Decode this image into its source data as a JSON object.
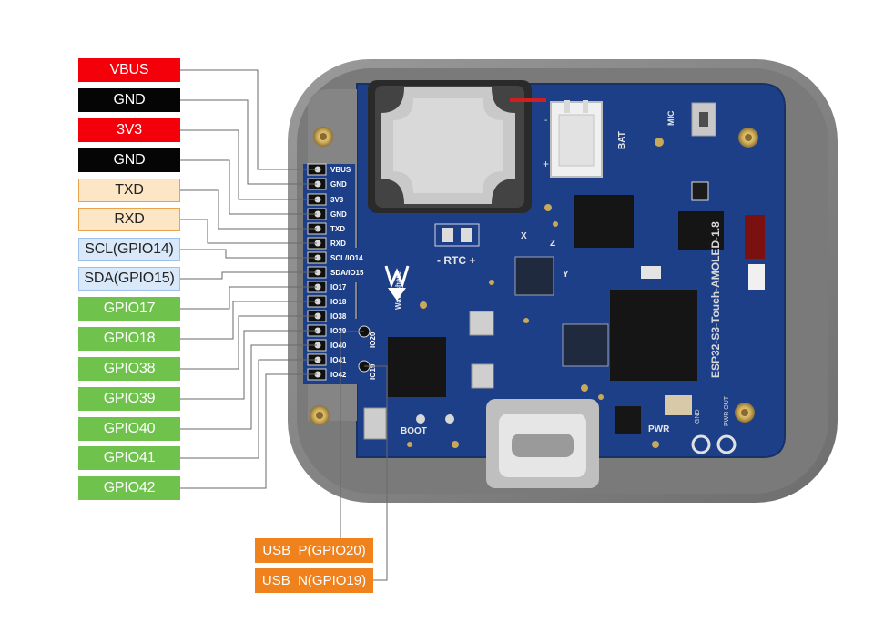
{
  "colors": {
    "power_red": "#f4000a",
    "ground_black": "#050505",
    "uart_beige": "#fde6c6",
    "i2c_blue": "#d9e9fa",
    "gpio_green": "#6fc24c",
    "usb_orange": "#f0821e",
    "pcb_blue": "#1d3f88",
    "case_grey": "#8d8d8d"
  },
  "pin_labels": [
    {
      "text": "VBUS",
      "style": "power"
    },
    {
      "text": "GND",
      "style": "ground"
    },
    {
      "text": "3V3",
      "style": "power"
    },
    {
      "text": "GND",
      "style": "ground"
    },
    {
      "text": "TXD",
      "style": "uart"
    },
    {
      "text": "RXD",
      "style": "uart"
    },
    {
      "text": "SCL(GPIO14)",
      "style": "i2c"
    },
    {
      "text": "SDA(GPIO15)",
      "style": "i2c"
    },
    {
      "text": "GPIO17",
      "style": "gpio"
    },
    {
      "text": "GPIO18",
      "style": "gpio"
    },
    {
      "text": "GPIO38",
      "style": "gpio"
    },
    {
      "text": "GPIO39",
      "style": "gpio"
    },
    {
      "text": "GPIO40",
      "style": "gpio"
    },
    {
      "text": "GPIO41",
      "style": "gpio"
    },
    {
      "text": "GPIO42",
      "style": "gpio"
    }
  ],
  "usb_labels": [
    {
      "text": "USB_P(GPIO20)"
    },
    {
      "text": "USB_N(GPIO19)"
    }
  ],
  "header_silk": [
    "VBUS",
    "GND",
    "3V3",
    "GND",
    "TXD",
    "RXD",
    "SCL/IO14",
    "SDA/IO15",
    "IO17",
    "IO18",
    "IO38",
    "IO39",
    "IO40",
    "IO41",
    "IO42"
  ],
  "usb_silk": [
    "IO19",
    "IO20"
  ],
  "board": {
    "model": "ESP32-S3-Touch-AMOLED-1.8",
    "rtc": "- RTC +",
    "bat": "BAT",
    "mic": "MIC",
    "boot": "BOOT",
    "pwr": "PWR",
    "brand": "Waveshare",
    "axis_x": "X",
    "axis_y": "Y",
    "axis_z": "Z",
    "gnd_pad": "GND",
    "pwr_pad": "PWR OUT"
  }
}
